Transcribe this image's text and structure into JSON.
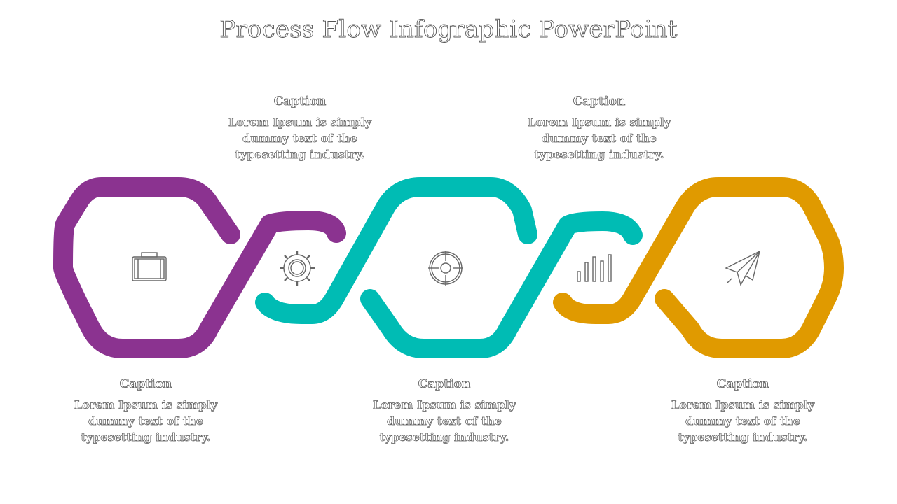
{
  "title": "Process Flow Infographic PowerPoint",
  "colors": {
    "purple": "#8b3390",
    "teal": "#00bcb4",
    "orange": "#e09a00",
    "text_outline": "#555555",
    "icon_stroke": "#666666"
  },
  "steps": [
    {
      "caption": "Caption",
      "body": "Lorem Ipsum is simply dummy text of the typesetting industry.",
      "color": "purple",
      "icon": "briefcase-icon"
    },
    {
      "caption": "Caption",
      "body": "Lorem Ipsum is simply dummy text of the typesetting industry.",
      "color": "teal",
      "icon": "gear-icon"
    },
    {
      "caption": "Caption",
      "body": "Lorem Ipsum is simply dummy text of the typesetting industry.",
      "color": "teal",
      "icon": "target-icon"
    },
    {
      "caption": "Caption",
      "body": "Lorem Ipsum is simply dummy text of the typesetting industry.",
      "color": "teal",
      "icon": "bar-chart-icon"
    },
    {
      "caption": "Caption",
      "body": "Lorem Ipsum is simply dummy text of the typesetting industry.",
      "color": "orange",
      "icon": "paper-plane-icon"
    }
  ]
}
